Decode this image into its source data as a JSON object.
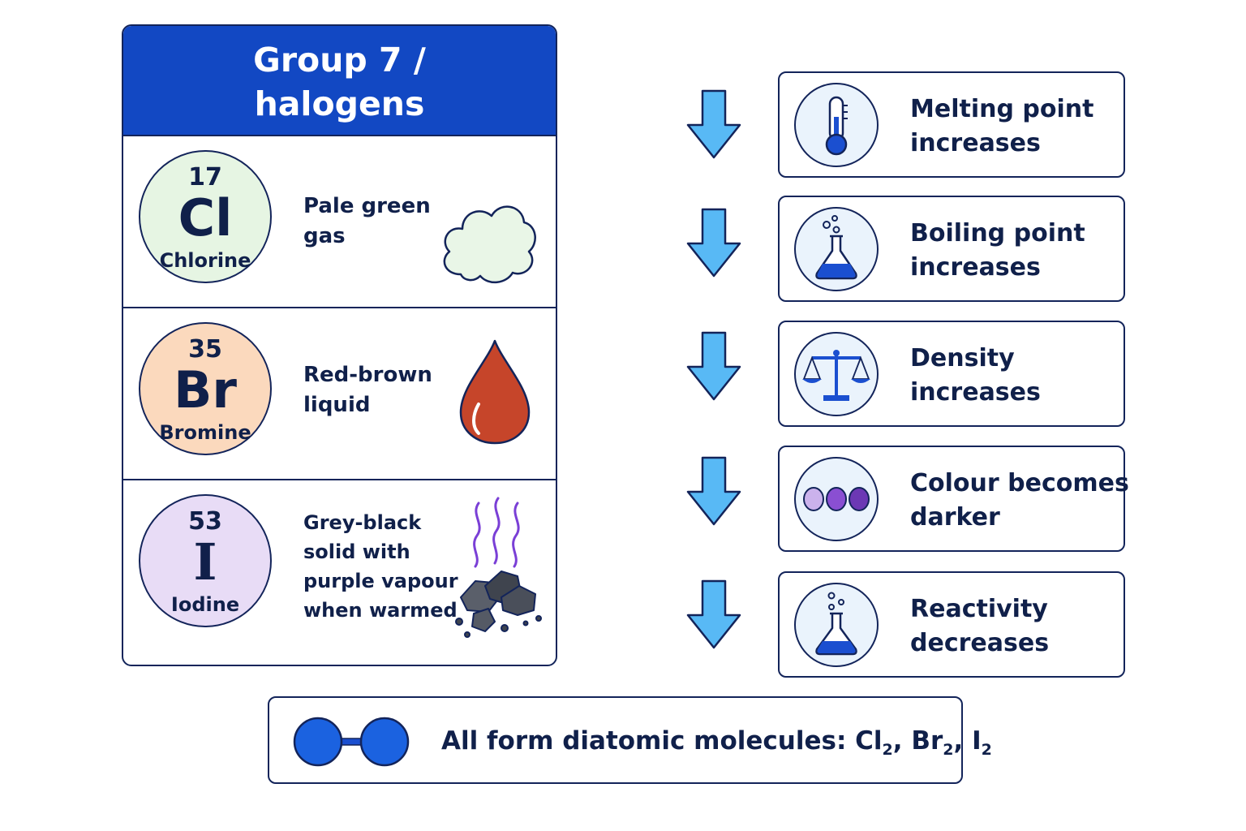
{
  "title": {
    "line1": "Group 7 /",
    "line2": "halogens"
  },
  "elements": [
    {
      "number": "17",
      "symbol": "Cl",
      "name": "Chlorine",
      "description": [
        "Pale green",
        "gas"
      ],
      "fill": "#e6f5e3",
      "picto": "cloud-icon"
    },
    {
      "number": "35",
      "symbol": "Br",
      "name": "Bromine",
      "description": [
        "Red-brown",
        "liquid"
      ],
      "fill": "#fbd9bd",
      "picto": "droplet-icon"
    },
    {
      "number": "53",
      "symbol": "I",
      "name": "Iodine",
      "description": [
        "Grey-black",
        "solid with",
        "purple vapour",
        "when warmed"
      ],
      "fill": "#e8dcf6",
      "picto": "rocks-with-vapour-icon"
    }
  ],
  "trends": [
    {
      "line1": "Melting point",
      "line2": "increases",
      "icon": "thermometer-icon"
    },
    {
      "line1": "Boiling point",
      "line2": "increases",
      "icon": "flask-icon"
    },
    {
      "line1": "Density",
      "line2": "increases",
      "icon": "balance-scale-icon"
    },
    {
      "line1": "Colour becomes",
      "line2": "darker",
      "icon": "colour-dots-icon"
    },
    {
      "line1": "Reactivity",
      "line2": "decreases",
      "icon": "flask-icon"
    }
  ],
  "footer": {
    "prefix": "All form diatomic molecules: ",
    "cl": "Cl",
    "br": "Br",
    "i": "I",
    "sub": "2",
    "sep": ", ",
    "icon": "diatomic-molecule-icon"
  },
  "colors": {
    "header_blue": "#1248c3",
    "arrow_blue": "#58b9f5",
    "outline_navy": "#13245a",
    "icon_blue": "#1b4fd0",
    "vapour_purple": "#7a3fd6",
    "bromine_red": "#c6452a"
  }
}
